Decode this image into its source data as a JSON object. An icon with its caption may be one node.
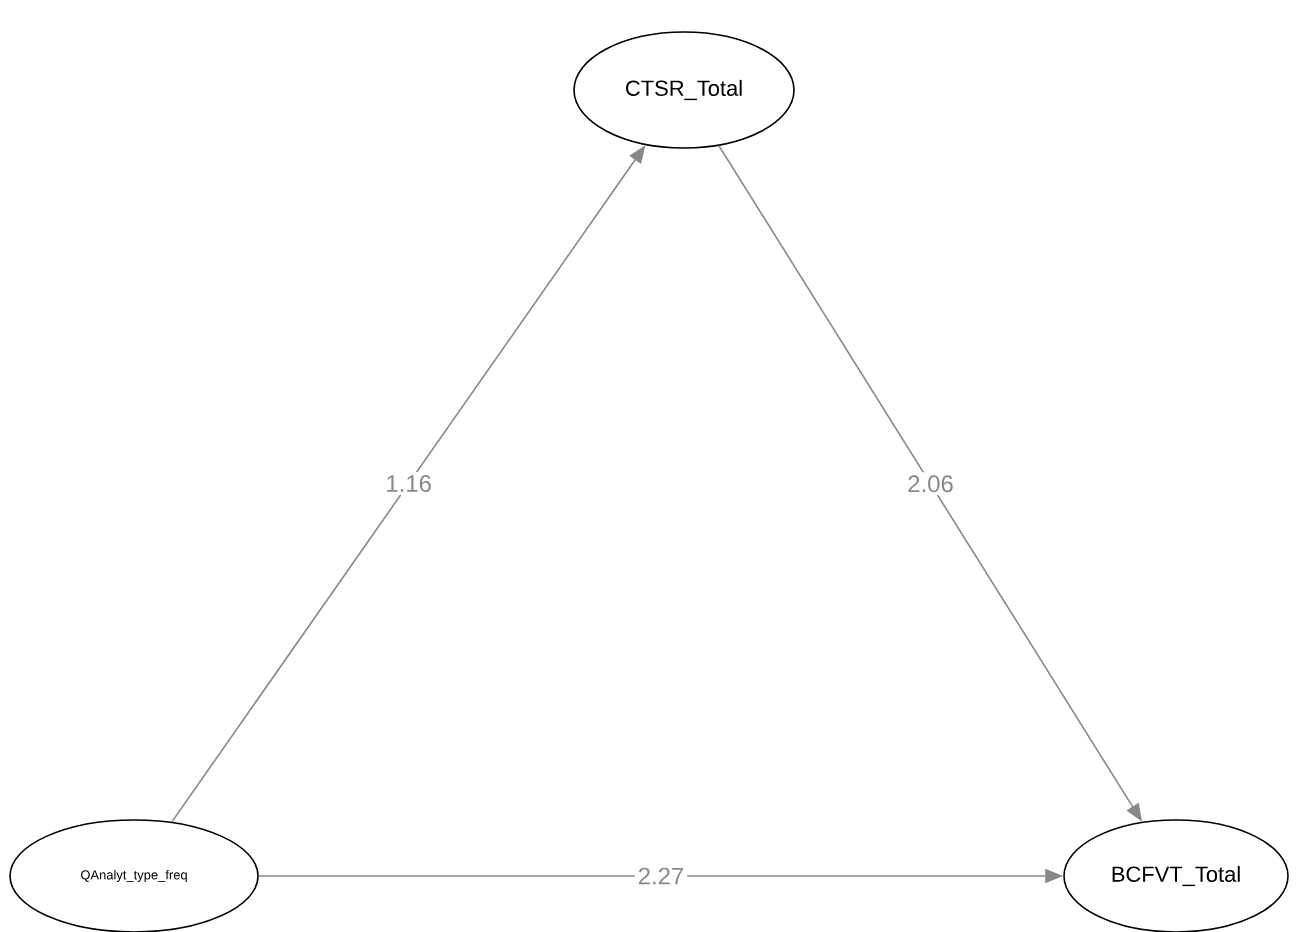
{
  "diagram": {
    "nodes": [
      {
        "text": [
          "CTSR_Total"
        ]
      },
      {
        "text": [
          "QAnalyt_type_freq"
        ]
      },
      {
        "text": [
          "BCFVT_Total"
        ]
      }
    ],
    "edges": [
      {
        "from": 1,
        "to": 0,
        "arrow": "to",
        "label": "1.16"
      },
      {
        "from": 0,
        "to": 2,
        "arrow": "to",
        "label": "2.06"
      },
      {
        "from": 1,
        "to": 2,
        "arrow": "to",
        "label": "2.27"
      }
    ]
  }
}
